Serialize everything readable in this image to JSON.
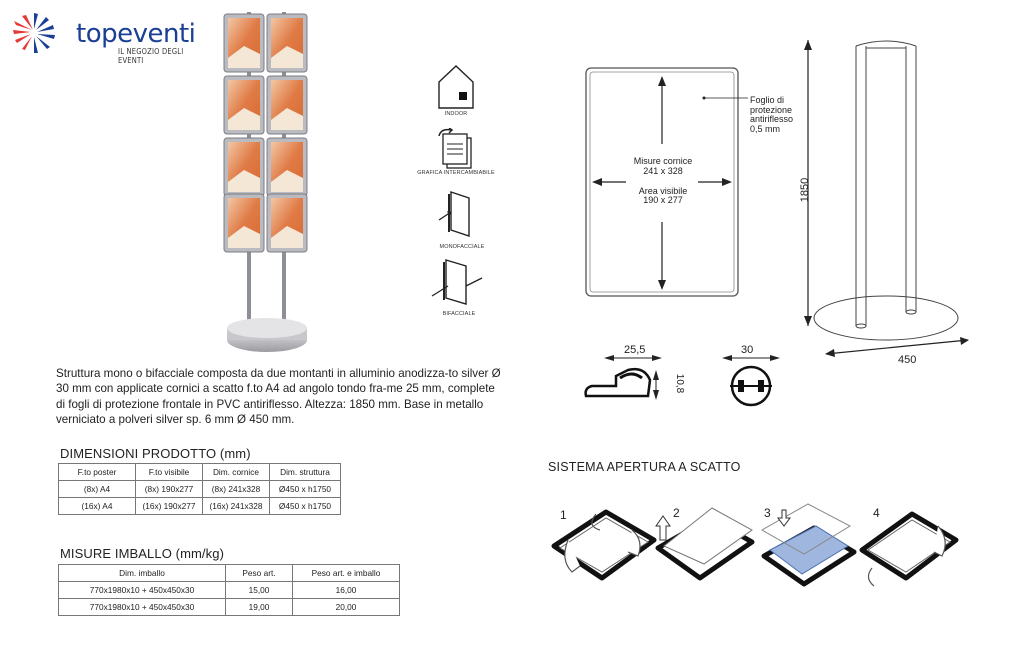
{
  "brand": {
    "name": "topeventi",
    "tagline": "IL NEGOZIO DEGLI EVENTI",
    "color": "#1b3f95",
    "accent": "#e53935"
  },
  "icons": [
    {
      "name": "indoor-icon",
      "label": "INDOOR"
    },
    {
      "name": "interchangeable-graphic-icon",
      "label": "GRAFICA INTERCAMBIABILE"
    },
    {
      "name": "single-sided-icon",
      "label": "MONOFACCIALE"
    },
    {
      "name": "double-sided-icon",
      "label": "BIFACCIALE"
    }
  ],
  "frame_drawing": {
    "sheet_note": "Foglio di protezione antiriflesso 0,5 mm",
    "frame_size_label": "Misure cornice",
    "frame_size_value": "241 x 328",
    "visible_area_label": "Area visibile",
    "visible_area_value": "190 x 277"
  },
  "stand_drawing": {
    "height": "1850",
    "base": "450"
  },
  "profile_drawing": {
    "width": "25,5",
    "height": "10,8",
    "pole": "30"
  },
  "description": "Struttura mono o bifacciale composta da due montanti in alluminio anodizza-to silver Ø 30 mm con applicate cornici a scatto f.to A4 ad angolo tondo fra-me 25 mm, complete di fogli di protezione frontale in PVC antiriflesso. Altezza: 1850 mm. Base in metallo verniciato a polveri silver sp. 6 mm Ø 450 mm.",
  "product_dimensions": {
    "title": "DIMENSIONI PRODOTTO (mm)",
    "headers": [
      "F.to poster",
      "F.to visibile",
      "Dim. cornice",
      "Dim. struttura"
    ],
    "rows": [
      [
        "(8x) A4",
        "(8x) 190x277",
        "(8x) 241x328",
        "Ø450 x h1750"
      ],
      [
        "(16x) A4",
        "(16x) 190x277",
        "(16x) 241x328",
        "Ø450 x h1750"
      ]
    ]
  },
  "packaging": {
    "title": "MISURE IMBALLO (mm/kg)",
    "headers": [
      "Dim. imballo",
      "Peso art.",
      "Peso art. e imballo"
    ],
    "rows": [
      [
        "770x1980x10 + 450x450x30",
        "15,00",
        "16,00"
      ],
      [
        "770x1980x10 + 450x450x30",
        "19,00",
        "20,00"
      ]
    ]
  },
  "snap_system": {
    "title": "SISTEMA APERTURA A SCATTO",
    "steps": [
      "1",
      "2",
      "3",
      "4"
    ]
  }
}
